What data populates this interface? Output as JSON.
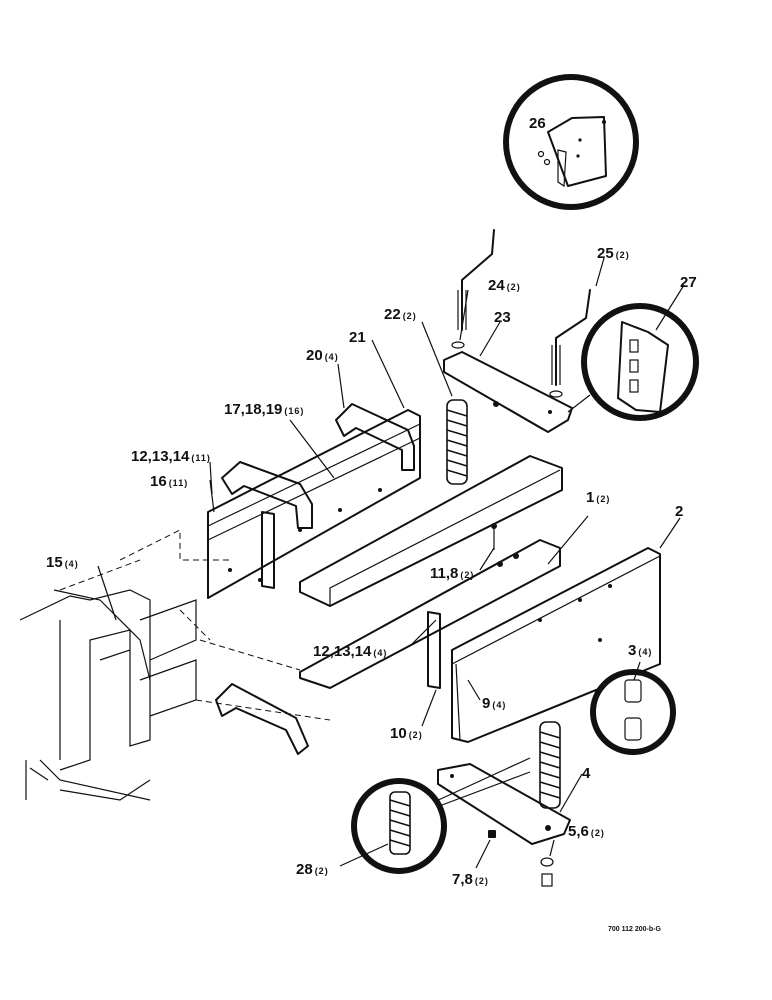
{
  "document_id": "700 112 200-b-G",
  "labels": [
    {
      "id": "l26",
      "number": "26",
      "qty": ""
    },
    {
      "id": "l25",
      "number": "25",
      "qty": "(2)"
    },
    {
      "id": "l27",
      "number": "27",
      "qty": ""
    },
    {
      "id": "l24",
      "number": "24",
      "qty": "(2)"
    },
    {
      "id": "l22",
      "number": "22",
      "qty": "(2)"
    },
    {
      "id": "l23",
      "number": "23",
      "qty": ""
    },
    {
      "id": "l20",
      "number": "20",
      "qty": "(4)"
    },
    {
      "id": "l21",
      "number": "21",
      "qty": ""
    },
    {
      "id": "l17",
      "number": "17,18,19",
      "qty": "(16)"
    },
    {
      "id": "l12a",
      "number": "12,13,14",
      "qty": "(11)"
    },
    {
      "id": "l16",
      "number": "16",
      "qty": "(11)"
    },
    {
      "id": "l1",
      "number": "1",
      "qty": "(2)"
    },
    {
      "id": "l2",
      "number": "2",
      "qty": ""
    },
    {
      "id": "l11",
      "number": "11,8",
      "qty": "(2)"
    },
    {
      "id": "l15",
      "number": "15",
      "qty": "(4)"
    },
    {
      "id": "l12b",
      "number": "12,13,14",
      "qty": "(4)"
    },
    {
      "id": "l3",
      "number": "3",
      "qty": "(4)"
    },
    {
      "id": "l9",
      "number": "9",
      "qty": "(4)"
    },
    {
      "id": "l10",
      "number": "10",
      "qty": "(2)"
    },
    {
      "id": "l4",
      "number": "4",
      "qty": ""
    },
    {
      "id": "l5",
      "number": "5,6",
      "qty": "(2)"
    },
    {
      "id": "l28",
      "number": "28",
      "qty": "(2)"
    },
    {
      "id": "l7",
      "number": "7,8",
      "qty": "(2)"
    }
  ]
}
